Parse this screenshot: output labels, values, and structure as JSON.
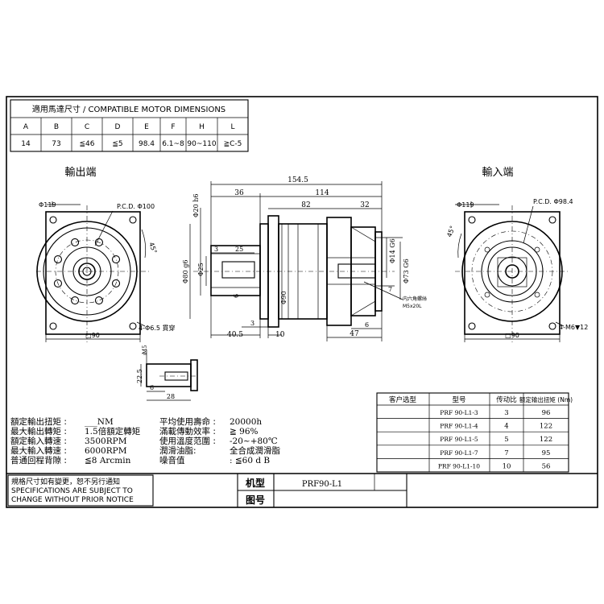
{
  "motor_table": {
    "title": "適用馬達尺寸 / COMPATIBLE MOTOR DIMENSIONS",
    "headers": [
      "A",
      "B",
      "C",
      "D",
      "E",
      "F",
      "H",
      "L"
    ],
    "values": [
      "14",
      "73",
      "≦46",
      "≦5",
      "98.4",
      "6.1~8",
      "90~110",
      "≧C-5"
    ]
  },
  "views": {
    "output_label": "輸出端",
    "input_label": "輸入端"
  },
  "output_view": {
    "dia119": "Φ119",
    "pcd": "P.C.D. Φ100",
    "angle": "45°",
    "holes": "4-Φ6.5 貫穿",
    "square": "□90"
  },
  "input_view": {
    "dia119": "Φ119",
    "pcd": "P.C.D. Φ98.4",
    "angle": "45°",
    "taps": "4-M6▼12",
    "square": "□90"
  },
  "side_view": {
    "len_total": "154.5",
    "len_114": "114",
    "len_36": "36",
    "len_82": "82",
    "len_32": "32",
    "d20": "Φ20 h6",
    "d80": "Φ80 g6",
    "d25": "Φ25",
    "d90": "Φ90",
    "d14": "Φ14 G6",
    "d73": "Φ73 G6",
    "n3a": "3",
    "n25": "25",
    "n6a": "6",
    "n40_5": "40.5",
    "n3b": "3",
    "n10": "10",
    "n47": "47",
    "n6b": "6",
    "n7": "7",
    "screw_note": "内六角螺絲",
    "screw_size": "M5x20L"
  },
  "key_detail": {
    "m5": "M5",
    "n22_5": "22.5",
    "n6": "6",
    "n28": "28"
  },
  "specs": {
    "left": [
      {
        "label": "額定輸出扭矩 :",
        "value": "___NM"
      },
      {
        "label": "最大輸出轉矩 :",
        "value": "1.5倍額定轉矩"
      },
      {
        "label": "額定輸入轉速 :",
        "value": "3500RPM"
      },
      {
        "label": "最大輸入轉速 :",
        "value": "6000RPM"
      },
      {
        "label": "普通回程背隙 :",
        "value": "≦8 Arcmin"
      }
    ],
    "right": [
      {
        "label": "平均使用壽命 :",
        "value": "20000h"
      },
      {
        "label": "滿載傳動效率 :",
        "value": "≧ 96%"
      },
      {
        "label": "使用溫度范圍 :",
        "value": "-20~+80℃"
      },
      {
        "label": "潤滑油脂:",
        "value": "全合成潤滑脂"
      },
      {
        "label": "噪音值",
        "value": ":     ≦60 d B"
      }
    ]
  },
  "ratio_table": {
    "headers": [
      "客户选型",
      "型号",
      "传动比",
      "额定输出扭矩 (Nm)"
    ],
    "rows": [
      [
        "",
        "PRF 90-L1-3",
        "3",
        "96"
      ],
      [
        "",
        "PRF 90-L1-4",
        "4",
        "122"
      ],
      [
        "",
        "PRF 90-L1-5",
        "5",
        "122"
      ],
      [
        "",
        "PRF 90-L1-7",
        "7",
        "95"
      ],
      [
        "",
        "PRF 90-L1-10",
        "10",
        "56"
      ]
    ]
  },
  "notice": {
    "line1": "規格尺寸如有變更，恕不另行通知",
    "line2": "SPECIFICATIONS ARE SUBJECT TO",
    "line3": "CHANGE WITHOUT PRIOR NOTICE"
  },
  "title_block": {
    "model_label": "机型",
    "model_value": "PRF90-L1",
    "drawing_label": "图号",
    "drawing_value": ""
  }
}
